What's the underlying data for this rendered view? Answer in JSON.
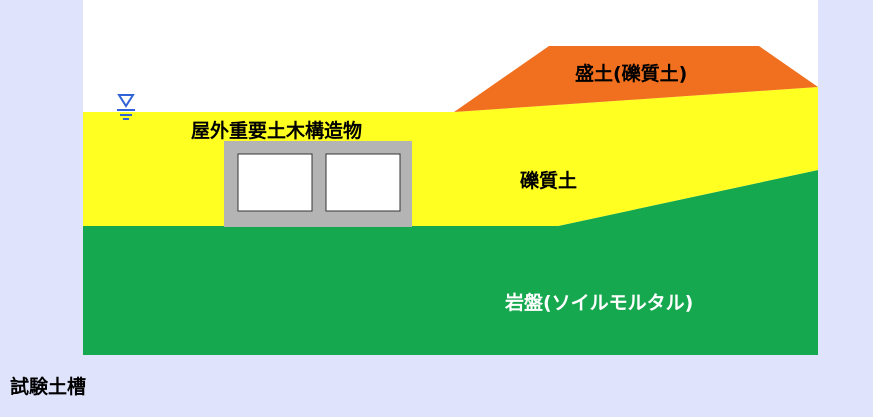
{
  "labels": {
    "embankment": "盛土(礫質土)",
    "structure": "屋外重要土木構造物",
    "gravel": "礫質土",
    "bedrock": "岩盤(ソイルモルタル)",
    "soil_tank": "試験土槽"
  },
  "icons": {
    "water_table": "water-level-icon"
  },
  "colors": {
    "tank": "#dfe3fb",
    "embankment": "#f0701f",
    "gravel_soil": "#ffff22",
    "bedrock": "#16a84f",
    "structure": "#b4b4b4",
    "water_symbol": "#2f63d7"
  }
}
